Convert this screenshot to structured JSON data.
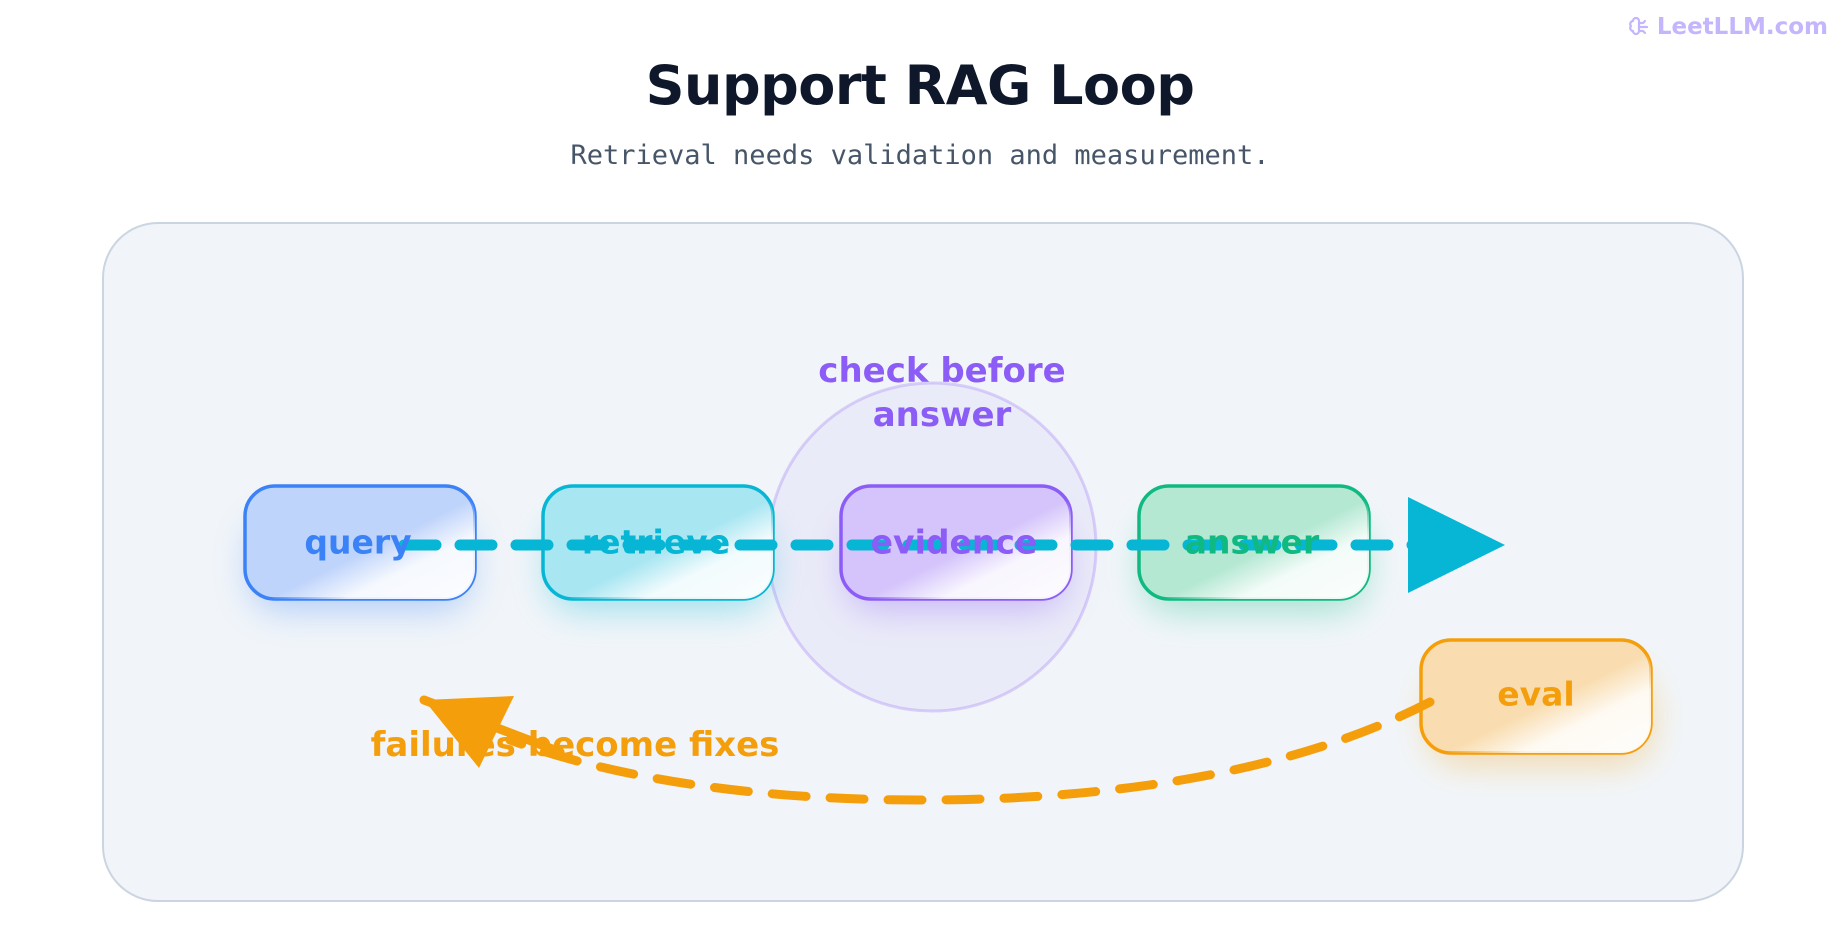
{
  "watermark": {
    "text": "LeetLLM.com",
    "icon": "brain-icon"
  },
  "header": {
    "title": "Support RAG Loop",
    "subtitle": "Retrieval needs validation and measurement."
  },
  "diagram": {
    "nodes": [
      {
        "id": "query",
        "label": "query",
        "color": "#3b82f6",
        "fill": "#bfd4fb",
        "text_color": "#3b82f6"
      },
      {
        "id": "retrieve",
        "label": "retrieve",
        "color": "#06b6d4",
        "fill": "#a8e6f2",
        "text_color": "#06b6d4"
      },
      {
        "id": "evidence",
        "label": "evidence",
        "color": "#8b5cf6",
        "fill": "#d4c4fb",
        "text_color": "#8b5cf6"
      },
      {
        "id": "answer",
        "label": "answer",
        "color": "#10b981",
        "fill": "#b4e8d3",
        "text_color": "#10b981"
      },
      {
        "id": "eval",
        "label": "eval",
        "color": "#f59e0b",
        "fill": "#f9ddb0",
        "text_color": "#f59e0b"
      }
    ],
    "highlight": {
      "target": "evidence",
      "label_lines": [
        "check before",
        "answer"
      ],
      "color": "#8b5cf6"
    },
    "flow": {
      "from": "query",
      "to": "answer",
      "color": "#06b6d4"
    },
    "feedback": {
      "from": "eval",
      "to": "query",
      "label": "failures become fixes",
      "color": "#f59e0b"
    }
  }
}
